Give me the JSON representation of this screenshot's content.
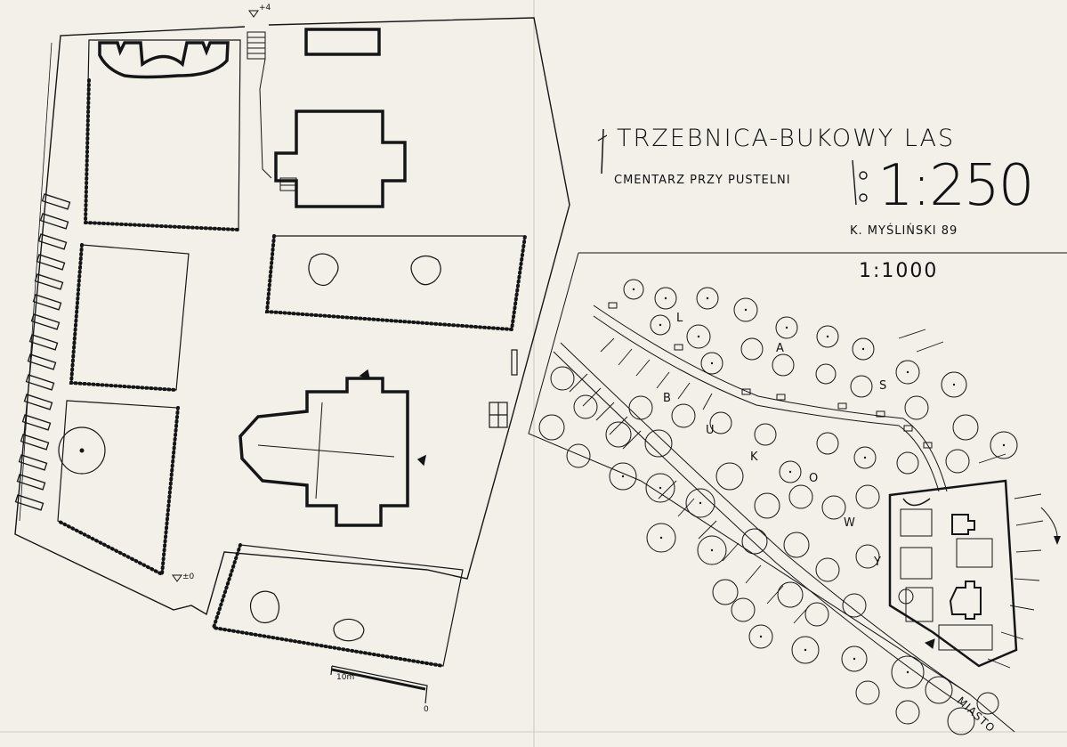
{
  "plan": {
    "title": "TRZEBNICA-BUKOWY LAS",
    "subtitle": "CMENTARZ PRZY PUSTELNI",
    "scale_main": "1:250",
    "author": "K. MYŚLIŃSKI 89",
    "scale_inset": "1:1000",
    "level_top": "+4",
    "level_bottom": "±0",
    "scale_bar_label": "10m",
    "scale_bar_zero": "0"
  },
  "inset": {
    "woods_letters": [
      "L",
      "A",
      "S",
      "B",
      "U",
      "K",
      "O",
      "W",
      "Y"
    ],
    "road_label": "MIASTO"
  },
  "colors": {
    "paper": "#f2f0e9",
    "ink": "#151515"
  }
}
